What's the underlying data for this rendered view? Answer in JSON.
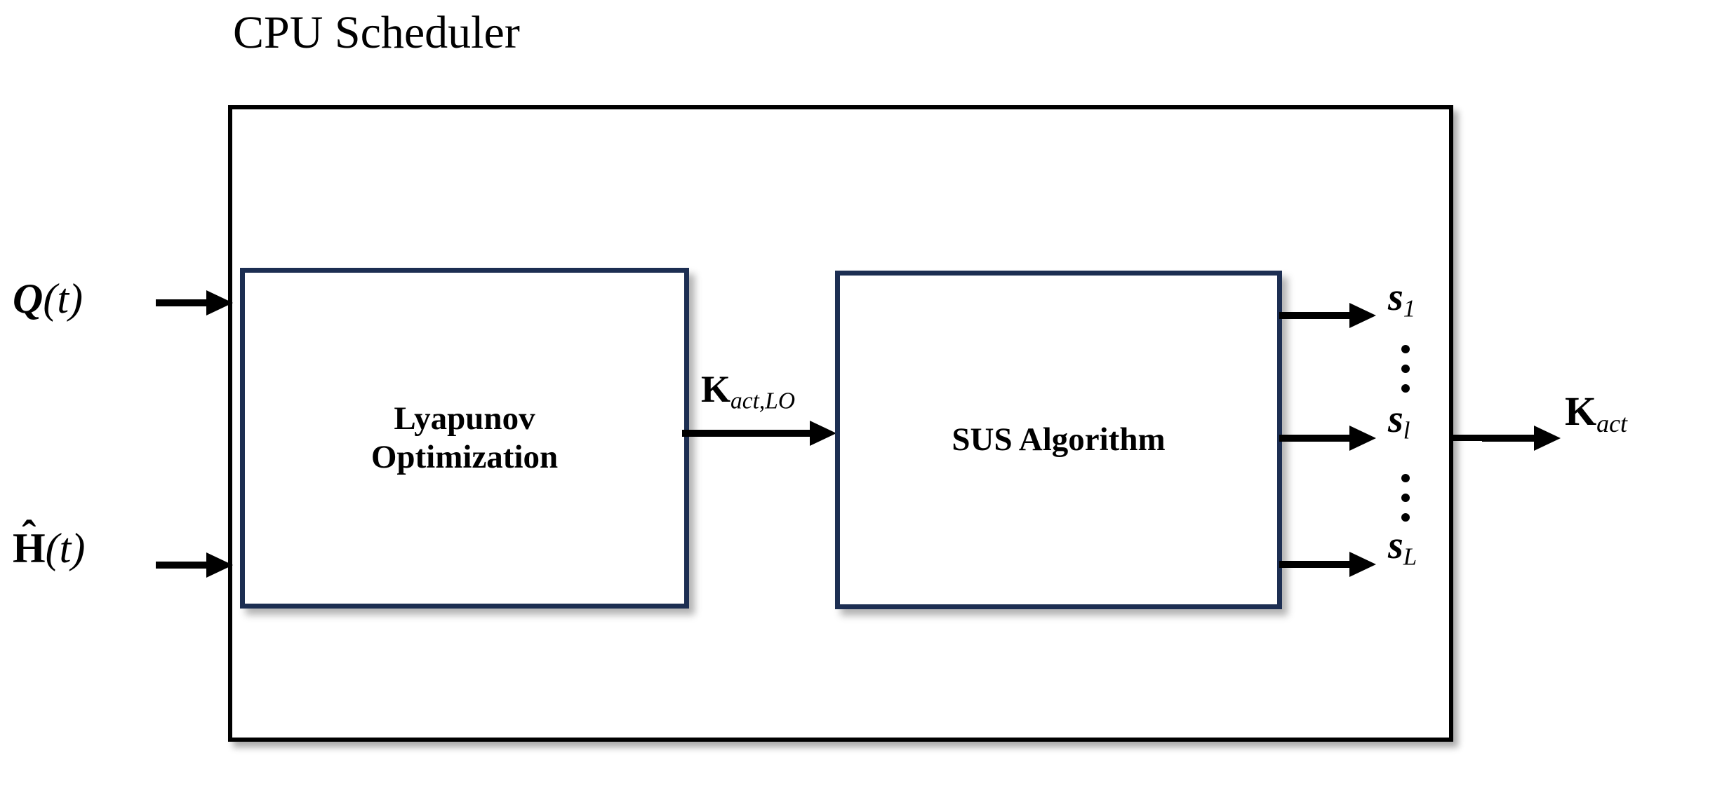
{
  "diagram": {
    "title": "CPU Scheduler",
    "type": "block-diagram",
    "frame_color": "#000000",
    "box_border_color": "#1c2e52",
    "background": "#ffffff"
  },
  "inputs": [
    {
      "id": "queue-state",
      "symbol": "Q",
      "symbol_style": "bold-italic",
      "argument": "(t)",
      "text": "Q(t)",
      "target": "lyapunov-optimization"
    },
    {
      "id": "channel-estimate",
      "symbol": "H",
      "symbol_style": "bold-upright-hat",
      "accent": "hat",
      "argument": "(t)",
      "text": "Ĥ(t)",
      "target": "lyapunov-optimization"
    }
  ],
  "blocks": [
    {
      "id": "lyapunov-optimization",
      "label": "Lyapunov\nOptimization",
      "label_line1": "Lyapunov",
      "label_line2": "Optimization"
    },
    {
      "id": "sus-algorithm",
      "label": "SUS Algorithm"
    }
  ],
  "connectors": [
    {
      "id": "lyapunov-to-sus",
      "from": "lyapunov-optimization",
      "to": "sus-algorithm",
      "label_base": "K",
      "label_base_style": "bold-upright",
      "label_subscript": "act,LO",
      "label_text": "K_act,LO"
    }
  ],
  "outputs": {
    "selections": [
      {
        "id": "s-first",
        "base": "s",
        "subscript": "1",
        "text": "s₁"
      },
      {
        "id": "s-middle",
        "base": "s",
        "subscript": "l",
        "text": "s_l"
      },
      {
        "id": "s-last",
        "base": "s",
        "subscript": "L",
        "text": "s_L"
      }
    ],
    "ellipsis_dot_count": 3,
    "final": {
      "id": "k-act",
      "base": "K",
      "base_style": "bold-upright",
      "subscript": "act",
      "text": "K_act"
    }
  }
}
